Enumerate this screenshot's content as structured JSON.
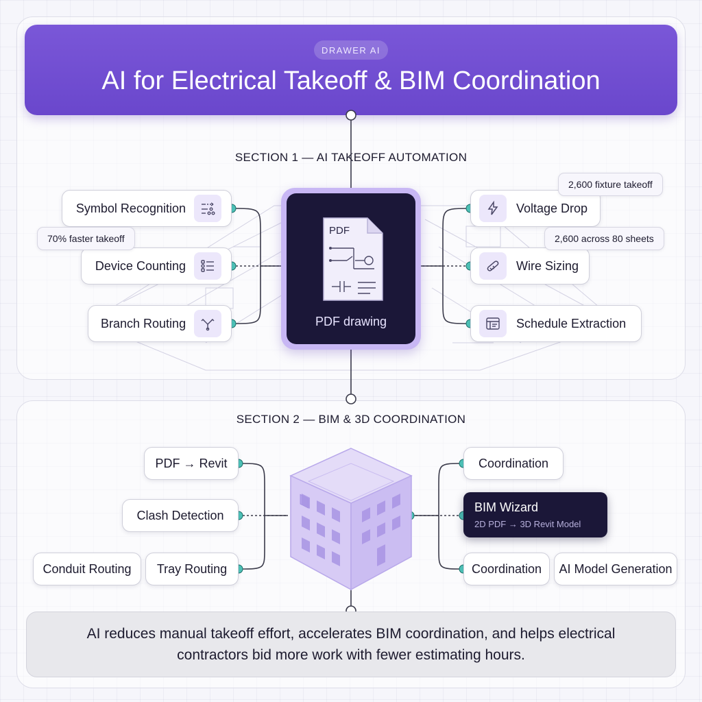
{
  "header": {
    "badge": "DRAWER AI",
    "title": "AI for Electrical Takeoff & BIM Coordination"
  },
  "section1": {
    "title": "SECTION 1 — AI TAKEOFF AUTOMATION",
    "center_label": "PDF drawing",
    "doc_label": "PDF",
    "left_nodes": [
      {
        "label": "Symbol Recognition",
        "icon": "symbol-recognition-icon"
      },
      {
        "label": "Device Counting",
        "icon": "list-icon"
      },
      {
        "label": "Branch Routing",
        "icon": "branch-icon"
      }
    ],
    "right_nodes": [
      {
        "label": "Voltage Drop",
        "icon": "lightning-icon"
      },
      {
        "label": "Wire Sizing",
        "icon": "wire-icon"
      },
      {
        "label": "Schedule Extraction",
        "icon": "schedule-icon"
      }
    ],
    "stats": {
      "faster": "70% faster takeoff",
      "fixture": "2,600 fixture takeoff",
      "sheets": "2,600 across 80 sheets"
    }
  },
  "section2": {
    "title": "SECTION 2 — BIM & 3D COORDINATION",
    "left_nodes": {
      "pdf_revit": "PDF → Revit",
      "clash": "Clash Detection",
      "conduit": "Conduit Routing",
      "tray": "Tray Routing"
    },
    "right_nodes": {
      "coordination_top": "Coordination",
      "wizard_title": "BIM Wizard",
      "wizard_subtitle": "2D PDF → 3D Revit Model",
      "coordination_bottom": "Coordination",
      "model_generation": "AI Model Generation"
    }
  },
  "footer": {
    "text": "AI reduces manual takeoff effort, accelerates BIM coordination, and helps electrical contractors bid more work with fewer estimating hours."
  },
  "colors": {
    "accent": "#6f4fd3",
    "dark": "#1b1738",
    "connector": "#3a3a4a",
    "dot": "#4fc3b8"
  }
}
